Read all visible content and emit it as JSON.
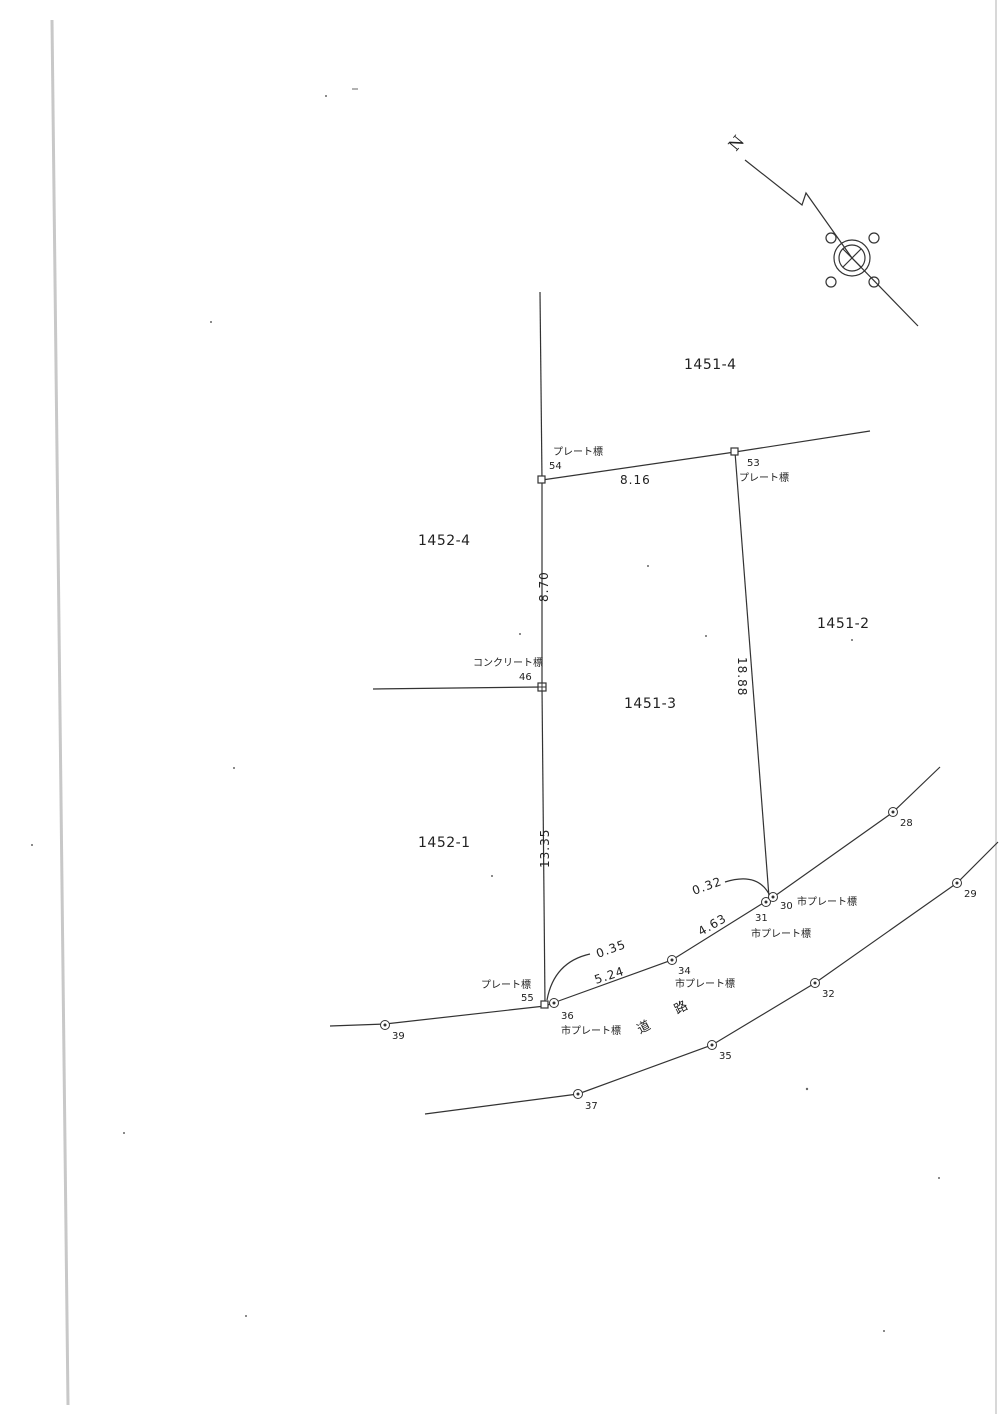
{
  "north_label": "N",
  "lots": {
    "l1451_4": "1451-4",
    "l1452_4": "1452-4",
    "l1451_2": "1451-2",
    "l1451_3": "1451-3",
    "l1452_1": "1452-1"
  },
  "dimensions": {
    "d54_53": "8.16",
    "d54_46": "8.70",
    "d46_55": "13.35",
    "d53_30": "18.88",
    "d36_34": "5.24",
    "d34_31": "4.63",
    "off_55": "0.35",
    "off_30": "0.32"
  },
  "points": {
    "p54": "54",
    "p53": "53",
    "p46": "46",
    "p55": "55",
    "p36": "36",
    "p34": "34",
    "p31": "31",
    "p30": "30",
    "p28": "28",
    "p29": "29",
    "p32": "32",
    "p35": "35",
    "p37": "37",
    "p39": "39"
  },
  "markers": {
    "m54": "プレート標",
    "m53": "プレート標",
    "m46": "コンクリート標",
    "m55": "プレート標",
    "m36": "市プレート標",
    "m34": "市プレート標",
    "m31": "市プレート標",
    "m30": "市プレート標"
  },
  "road_label": "道　路"
}
